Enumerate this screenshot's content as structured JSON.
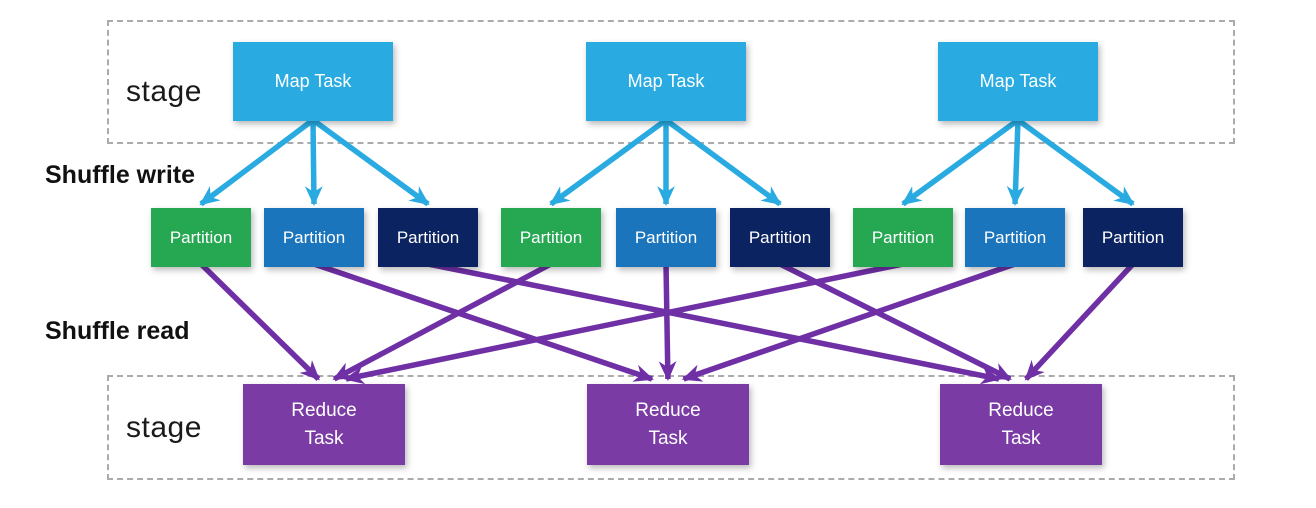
{
  "diagram": {
    "top_stage": {
      "label": "stage"
    },
    "bottom_stage": {
      "label": "stage"
    },
    "shuffle_write_label": "Shuffle write",
    "shuffle_read_label": "Shuffle read",
    "map_tasks": [
      {
        "label": "Map Task"
      },
      {
        "label": "Map Task"
      },
      {
        "label": "Map Task"
      }
    ],
    "partitions": [
      {
        "label": "Partition",
        "color": "green"
      },
      {
        "label": "Partition",
        "color": "blue"
      },
      {
        "label": "Partition",
        "color": "navy"
      },
      {
        "label": "Partition",
        "color": "green"
      },
      {
        "label": "Partition",
        "color": "blue"
      },
      {
        "label": "Partition",
        "color": "navy"
      },
      {
        "label": "Partition",
        "color": "green"
      },
      {
        "label": "Partition",
        "color": "blue"
      },
      {
        "label": "Partition",
        "color": "navy"
      }
    ],
    "reduce_tasks": [
      {
        "label_line1": "Reduce",
        "label_line2": "Task"
      },
      {
        "label_line1": "Reduce",
        "label_line2": "Task"
      },
      {
        "label_line1": "Reduce",
        "label_line2": "Task"
      }
    ],
    "edges": {
      "shuffle_write": [
        [
          0,
          0
        ],
        [
          0,
          1
        ],
        [
          0,
          2
        ],
        [
          1,
          3
        ],
        [
          1,
          4
        ],
        [
          1,
          5
        ],
        [
          2,
          6
        ],
        [
          2,
          7
        ],
        [
          2,
          8
        ]
      ],
      "shuffle_read": [
        [
          0,
          0
        ],
        [
          1,
          1
        ],
        [
          2,
          2
        ],
        [
          3,
          0
        ],
        [
          4,
          1
        ],
        [
          5,
          2
        ],
        [
          6,
          0
        ],
        [
          7,
          1
        ],
        [
          8,
          2
        ]
      ]
    },
    "colors": {
      "map_task": "#29ABE2",
      "partition_green": "#26A853",
      "partition_blue": "#1B75BC",
      "partition_navy": "#0B2361",
      "reduce_task": "#7A3BA5",
      "write_arrow": "#29ABE2",
      "read_arrow": "#6F2FA5",
      "stage_border": "#ABABAB"
    }
  }
}
